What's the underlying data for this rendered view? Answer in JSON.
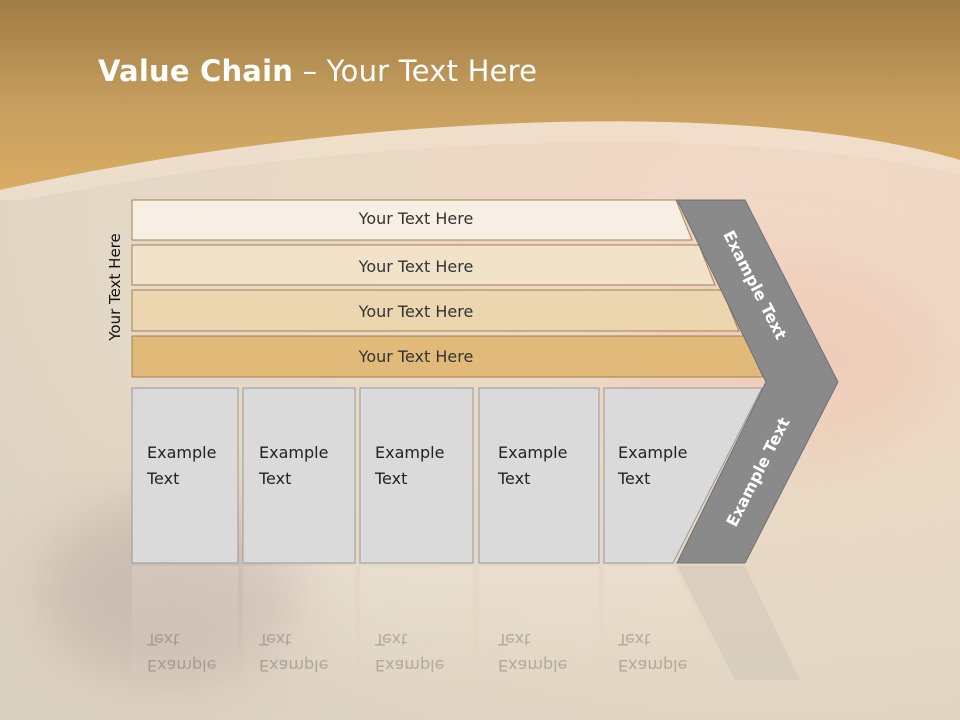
{
  "title": {
    "bold": "Value Chain",
    "rest": " – Your Text Here"
  },
  "side_label": "Your Text Here",
  "rows": [
    {
      "label": "Your Text Here",
      "fill": "#f7efe3"
    },
    {
      "label": "Your Text Here",
      "fill": "#f1e2c9"
    },
    {
      "label": "Your Text Here",
      "fill": "#ecd6b0"
    },
    {
      "label": "Your Text Here",
      "fill": "#e1ba7a"
    }
  ],
  "boxes": [
    {
      "line1": "Example",
      "line2": "Text"
    },
    {
      "line1": "Example",
      "line2": "Text"
    },
    {
      "line1": "Example",
      "line2": "Text"
    },
    {
      "line1": "Example",
      "line2": "Text"
    },
    {
      "line1": "Example",
      "line2": "Text"
    }
  ],
  "chevron": {
    "upper": "Example Text",
    "lower": "Example Text",
    "fill": "#8a8a8a"
  },
  "colors": {
    "header": "#c9a060",
    "box_fill": "#dadada",
    "row_border": "#a08050"
  }
}
